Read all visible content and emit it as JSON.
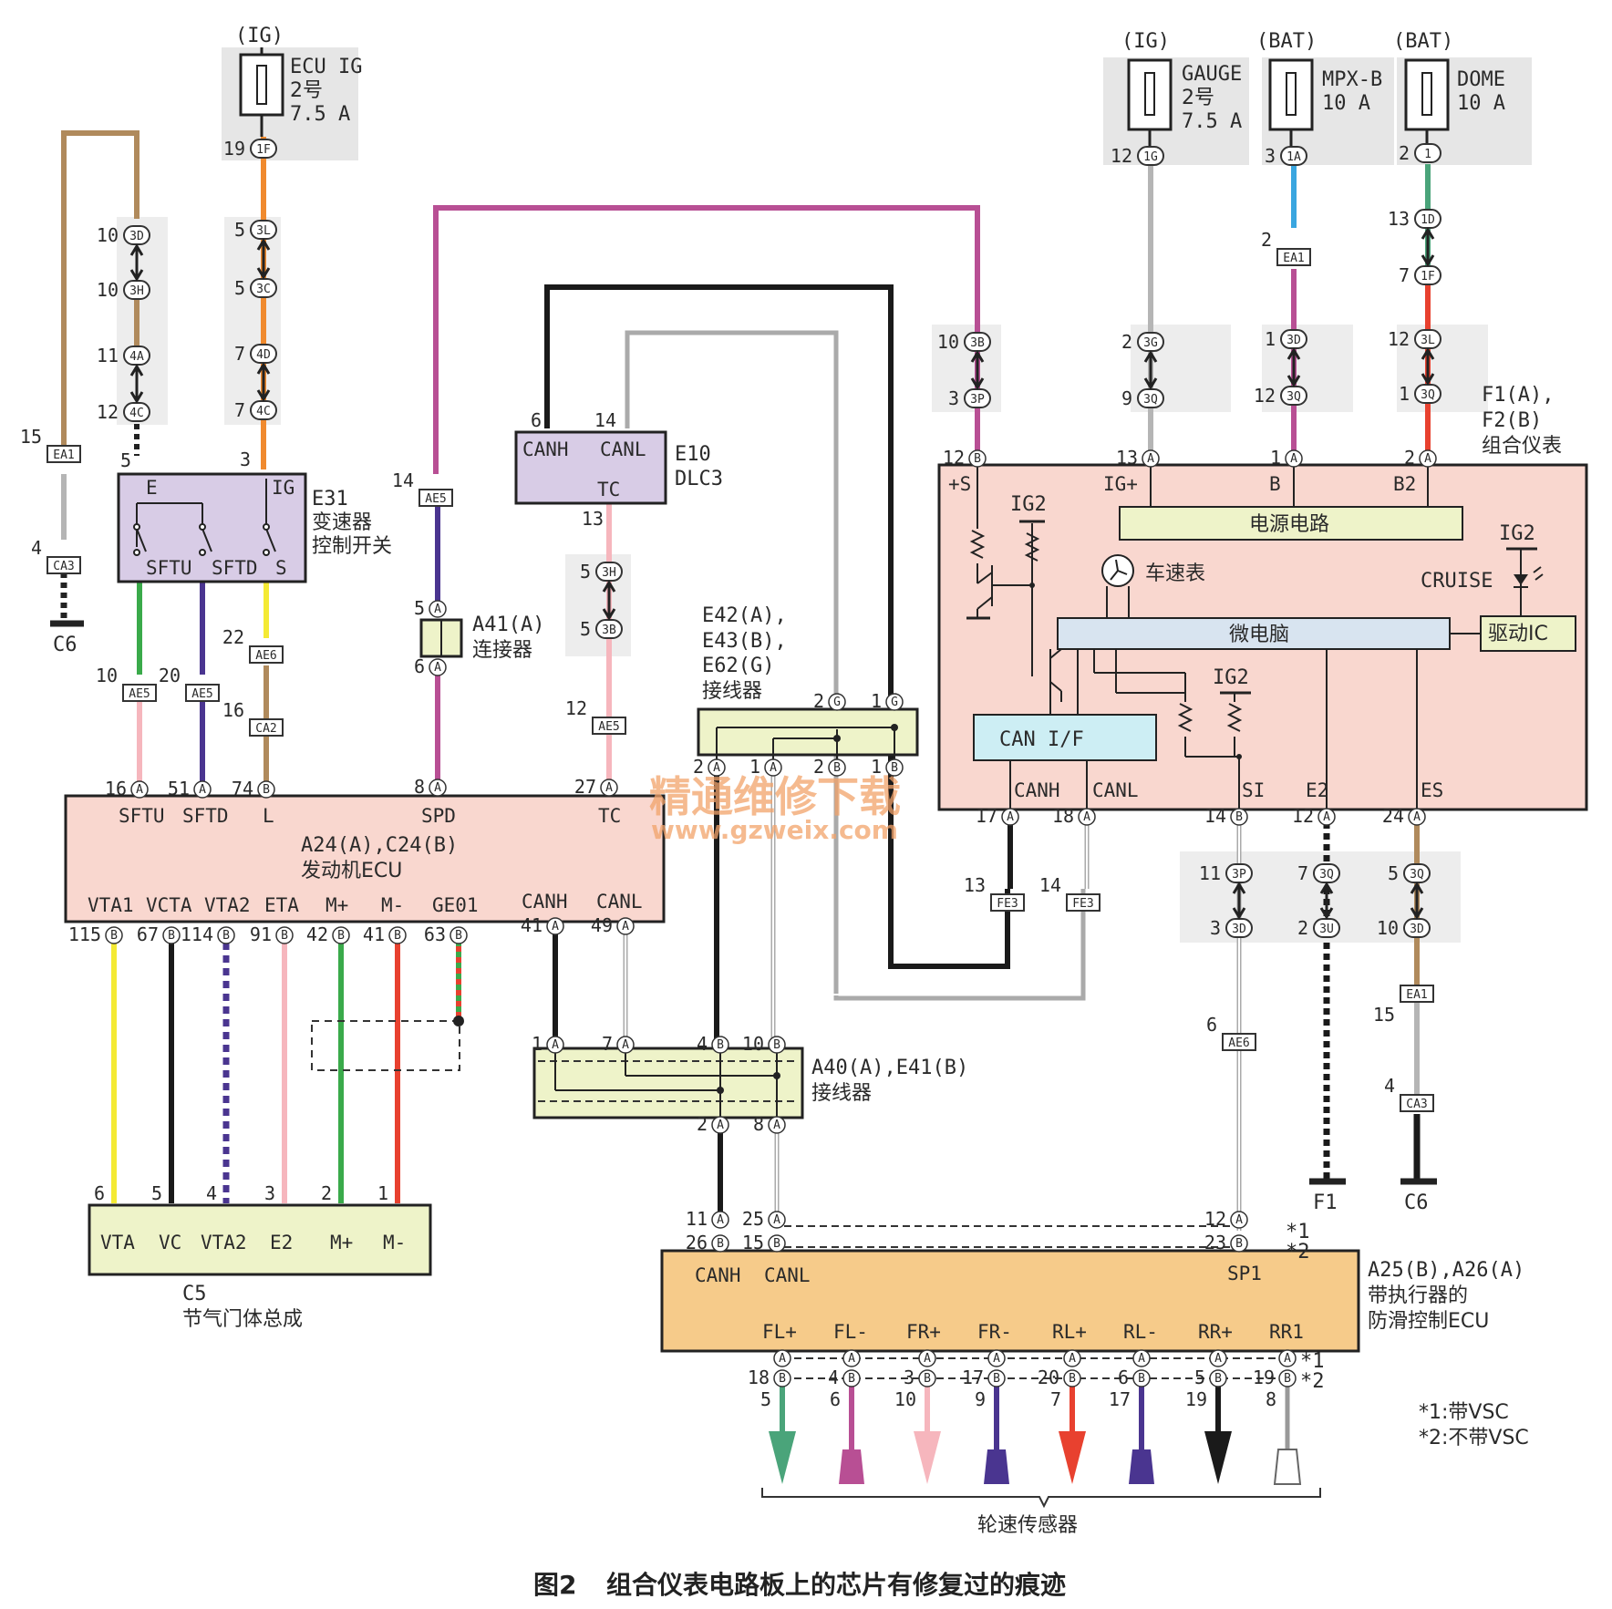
{
  "power_sources": {
    "ig1": "(IG)",
    "ig2": "(IG)",
    "bat1": "(BAT)",
    "bat2": "(BAT)"
  },
  "fuses": {
    "ecu_ig": {
      "name": "ECU IG",
      "num": "2号",
      "amp": "7.5 A"
    },
    "gauge": {
      "name": "GAUGE",
      "num": "2号",
      "amp": "7.5 A"
    },
    "mpxb": {
      "name": "MPX-B",
      "amp": "10 A"
    },
    "dome": {
      "name": "DOME",
      "amp": "10 A"
    }
  },
  "components": {
    "e31": {
      "id": "E31",
      "name1": "变速器",
      "name2": "控制开关",
      "pin_e": "E",
      "pin_ig": "IG",
      "pin_sftu": "SFTU",
      "pin_sftd": "SFTD",
      "pin_s": "S"
    },
    "e10": {
      "id": "E10",
      "name": "DLC3",
      "canh": "CANH",
      "canl": "CANL",
      "tc": "TC"
    },
    "a41": {
      "id": "A41(A)",
      "name": "连接器"
    },
    "e42": {
      "l1": "E42(A),",
      "l2": "E43(B),",
      "l3": "E62(G)",
      "l4": "接线器"
    },
    "ecu": {
      "id": "A24(A),C24(B)",
      "name": "发动机ECU",
      "top_pins": [
        "SFTU",
        "SFTD",
        "L",
        "SPD",
        "TC"
      ],
      "bottom_pins": [
        "VTA1",
        "VCTA",
        "VTA2",
        "ETA",
        "M+",
        "M-",
        "GE01",
        "CANH",
        "CANL"
      ]
    },
    "a40": {
      "id": "A40(A),E41(B)",
      "name": "接线器"
    },
    "c5": {
      "id": "C5",
      "name": "节气门体总成",
      "pins": [
        "VTA",
        "VC",
        "VTA2",
        "E2",
        "M+",
        "M-"
      ]
    },
    "meter": {
      "id1": "F1(A),",
      "id2": "F2(B)",
      "name": "组合仪表",
      "plus_s": "+S",
      "igp": "IG+",
      "b": "B",
      "b2": "B2",
      "power": "电源电路",
      "ig2": "IG2",
      "speedo": "车速表",
      "cruise": "CRUISE",
      "mcu": "微电脑",
      "driver": "驱动IC",
      "canif": "CAN I/F",
      "canh": "CANH",
      "canl": "CANL",
      "si": "SI",
      "e2": "E2",
      "es": "ES"
    },
    "abs": {
      "id": "A25(B),A26(A)",
      "name1": "带执行器的",
      "name2": "防滑控制ECU",
      "canh": "CANH",
      "canl": "CANL",
      "sp1": "SP1",
      "outs": [
        "FL+",
        "FL-",
        "FR+",
        "FR-",
        "RL+",
        "RL-",
        "RR+",
        "RR1"
      ]
    },
    "ground_c6": "C6",
    "ground_f1": "F1",
    "ground_c6b": "C6"
  },
  "notes": {
    "n1": "*1:带VSC",
    "n2": "*2:不带VSC",
    "s1": "*1",
    "s2": "*2"
  },
  "wheel_sensor": "轮速传感器",
  "caption": {
    "fig": "图2",
    "text": "组合仪表电路板上的芯片有修复过的痕迹"
  },
  "watermark": {
    "line1": "精通维修下载",
    "line2": "www.gzweix.com"
  },
  "wire_colors": {
    "brown": "#b08a5c",
    "orange": "#f08a2e",
    "purple": "#b84f94",
    "black": "#1a1a1a",
    "gray": "#b5b5b5",
    "blue": "#3aa6e0",
    "red": "#e8412f",
    "green": "#3aaa4a",
    "yellow": "#f4ea34",
    "pink": "#f6b6bd",
    "violet": "#4a3590",
    "teal": "#4aa47a"
  },
  "box_colors": {
    "pink": "#f9d7cf",
    "lilac": "#d8cce6",
    "yellowgreen": "#eef3c9",
    "lightblue": "#cdeef4",
    "orange": "#f6cb8a",
    "fusebg": "#e6e6e6"
  }
}
